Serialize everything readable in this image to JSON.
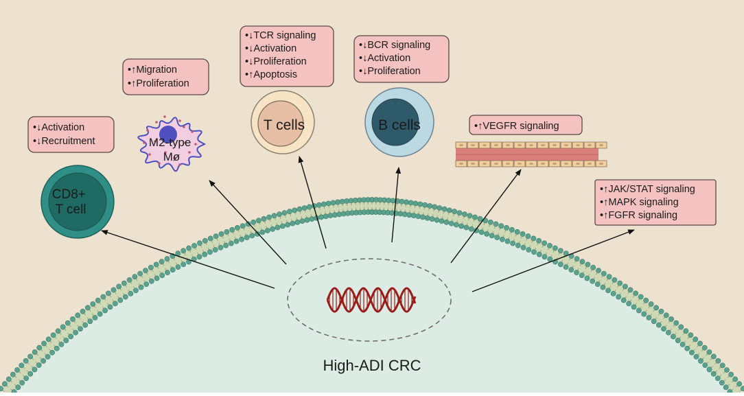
{
  "cell_label": "High-ADI CRC",
  "cells": {
    "cd8": "CD8+\nT cell",
    "macrophage": "M2-type\nMø",
    "t_cells": "T cells",
    "b_cells": "B cells"
  },
  "boxes": {
    "cd8": [
      "•↓Activation",
      "•↓Recruitment"
    ],
    "macrophage": [
      "•↑Migration",
      "•↑Proliferation"
    ],
    "t_cells": [
      "•↓TCR signaling",
      "•↓Activation",
      "•↓Proliferation",
      "•↑Apoptosis"
    ],
    "b_cells": [
      "•↓BCR signaling",
      "•↓Activation",
      "•↓Proliferation"
    ],
    "vegfr": [
      "•↑VEGFR signaling"
    ],
    "signaling": [
      "•↑JAK/STAT signaling",
      "•↑MAPK signaling",
      "•↑FGFR signaling"
    ]
  },
  "colors": {
    "background": "#ece2cf",
    "cell_interior": "#dcece4",
    "box_fill": "#f4c2c0",
    "cd8": "#2f8f86",
    "t_cell_outer": "#f7e4c4",
    "t_cell_inner": "#e6bfa4",
    "b_cell_outer": "#bcd9e3",
    "b_cell_inner": "#2f5a6a",
    "dna": "#9a1c18",
    "vessel": "#d87f7b"
  }
}
